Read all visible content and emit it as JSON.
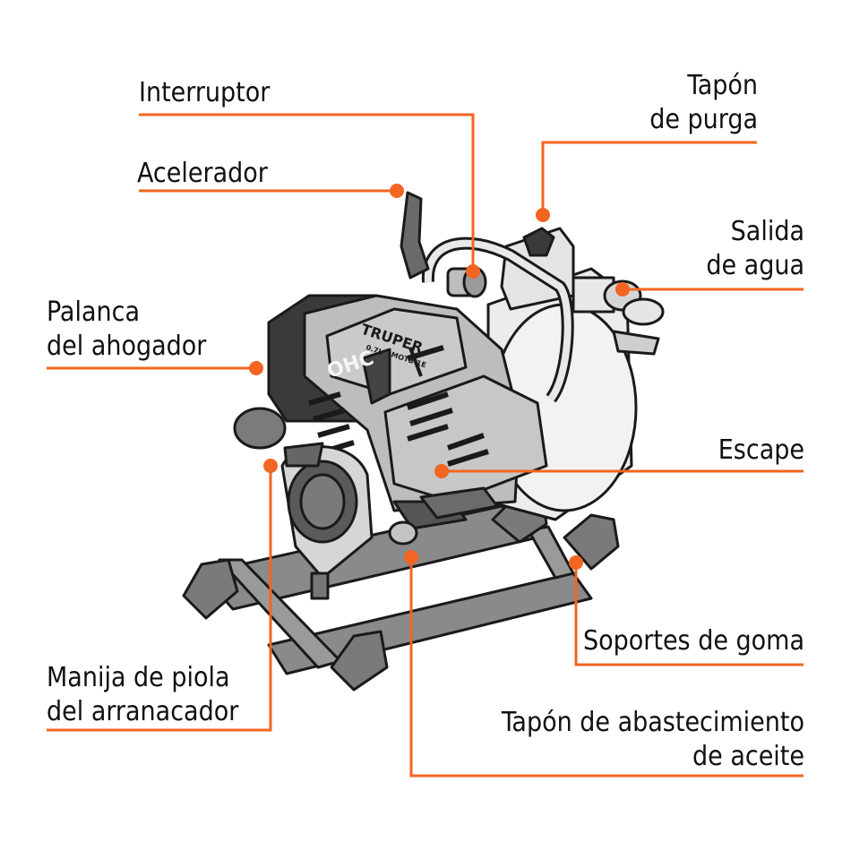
{
  "accent_color": "#f26522",
  "brand": {
    "logo": "TRUPER",
    "model_small": "0.7L",
    "model_code": "MOTB-1E",
    "engine_badge": "OHC"
  },
  "labels": {
    "interruptor": [
      "Interruptor"
    ],
    "acelerador": [
      "Acelerador"
    ],
    "ahogador": [
      "Palanca",
      "del ahogador"
    ],
    "manija": [
      "Manija de piola",
      "del arranacador"
    ],
    "tapon_purga": [
      "Tapón",
      "de purga"
    ],
    "salida_agua": [
      "Salida",
      "de agua"
    ],
    "escape": [
      "Escape"
    ],
    "soportes": [
      "Soportes de goma"
    ],
    "tapon_aceite": [
      "Tapón de abastecimiento",
      "de aceite"
    ]
  }
}
